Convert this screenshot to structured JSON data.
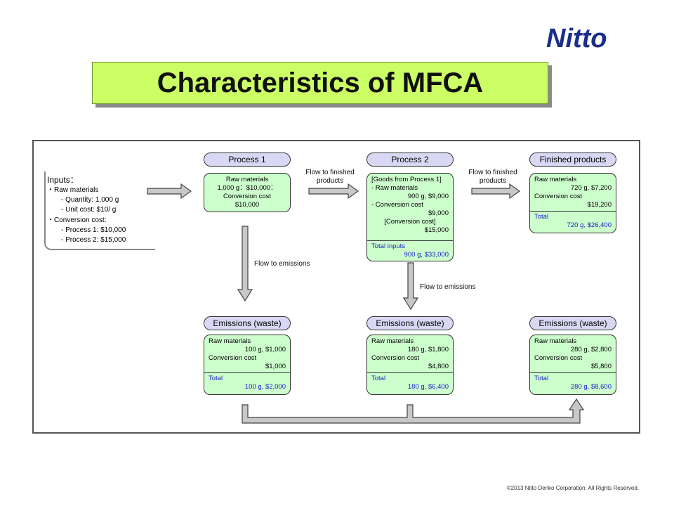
{
  "logo": {
    "text": "Nitto"
  },
  "title": "Characteristics of MFCA",
  "inputs": {
    "heading": "Inputs：",
    "lines": [
      "・Raw materials",
      "- Quantity: 1,000 g",
      "- Unit cost: $10/ g",
      "・Conversion cost:",
      "- Process 1: $10,000",
      "- Process 2: $15,000"
    ]
  },
  "process1": {
    "label": "Process 1",
    "lines": [
      "Raw materials",
      "1,000 g：$10,000：",
      "Conversion cost",
      "$10,000"
    ]
  },
  "process2": {
    "label": "Process 2",
    "lines": [
      "[Goods from Process 1]",
      "- Raw materials",
      "900 g,  $9,000",
      "- Conversion cost",
      "$9,000",
      "[Conversion cost]",
      "$15,000"
    ],
    "total_label": "Total inputs",
    "total_value": "900 g,  $33,000"
  },
  "finished": {
    "label": "Finished products",
    "raw_label": "Raw materials",
    "raw_value": "720 g, $7,200",
    "conv_label": "Conversion cost",
    "conv_value": "$19,200",
    "total_label": "Total",
    "total_value": "720 g, $26,400"
  },
  "emissions": [
    {
      "label": "Emissions (waste)",
      "raw_label": "Raw materials",
      "raw_value": "100 g, $1,000",
      "conv_label": "Conversion cost",
      "conv_value": "$1,000",
      "total_label": "Total",
      "total_value": "100 g, $2,000"
    },
    {
      "label": "Emissions (waste)",
      "raw_label": "Raw materials",
      "raw_value": "180 g, $1,800",
      "conv_label": "Conversion cost",
      "conv_value": "$4,800",
      "total_label": "Total",
      "total_value": "180 g,  $6,400"
    },
    {
      "label": "Emissions (waste)",
      "raw_label": "Raw materials",
      "raw_value": "280 g, $2,800",
      "conv_label": "Conversion cost",
      "conv_value": "$5,800",
      "total_label": "Total",
      "total_value": "280 g, $8,600"
    }
  ],
  "flows": {
    "to_finished_1": [
      "Flow to finished",
      "products"
    ],
    "to_finished_2": [
      "Flow to finished",
      "products"
    ],
    "to_emissions_1": "Flow to emissions",
    "to_emissions_2": "Flow to emissions"
  },
  "copyright": "©2013 Nitto Denko Corporation. All Rights Reserved.",
  "colors": {
    "title_bg": "#ccff66",
    "box_bg": "#ccffcc",
    "pill_bg": "#d8d8f4",
    "total_text": "#1a1acc",
    "logo": "#1a2f8c"
  }
}
